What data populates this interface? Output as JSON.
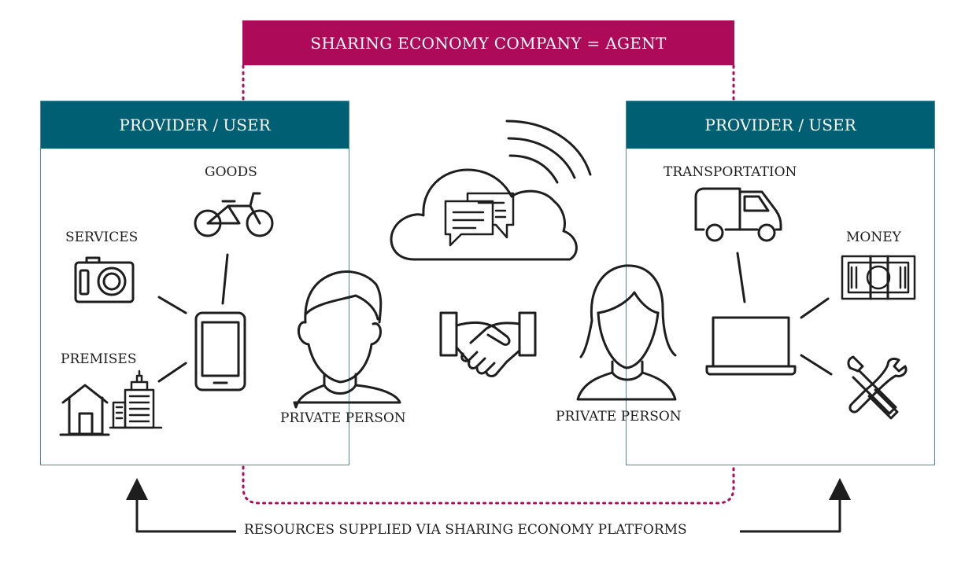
{
  "agent": {
    "label": "SHARING ECONOMY COMPANY = AGENT"
  },
  "left_panel": {
    "title": "PROVIDER / USER",
    "labels": {
      "goods": "GOODS",
      "services": "SERVICES",
      "premises": "PREMISES"
    },
    "person_label": "PRIVATE PERSON"
  },
  "right_panel": {
    "title": "PROVIDER / USER",
    "labels": {
      "transportation": "TRANSPORTATION",
      "money": "MONEY"
    },
    "person_label": "PRIVATE PERSON"
  },
  "footer": {
    "label": "RESOURCES SUPPLIED VIA SHARING ECONOMY PLATFORMS"
  },
  "colors": {
    "agent": "#ae0a5a",
    "header": "#005f73",
    "border": "#4b8b9b",
    "stroke": "#1e1e1e"
  }
}
